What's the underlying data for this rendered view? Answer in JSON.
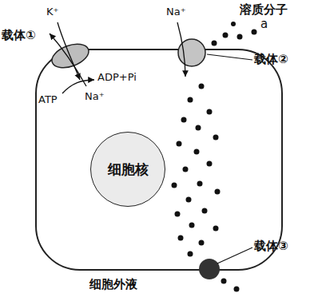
{
  "diagram": {
    "nodes": [
      {
        "text": [
          "细胞核"
        ]
      }
    ],
    "labels": [
      "K⁺",
      "Na⁺",
      "溶质分子",
      "a",
      "载体①",
      "载体②",
      "ADP+Pi",
      "ATP",
      "Na⁺",
      "载体③",
      "细胞外液"
    ]
  }
}
